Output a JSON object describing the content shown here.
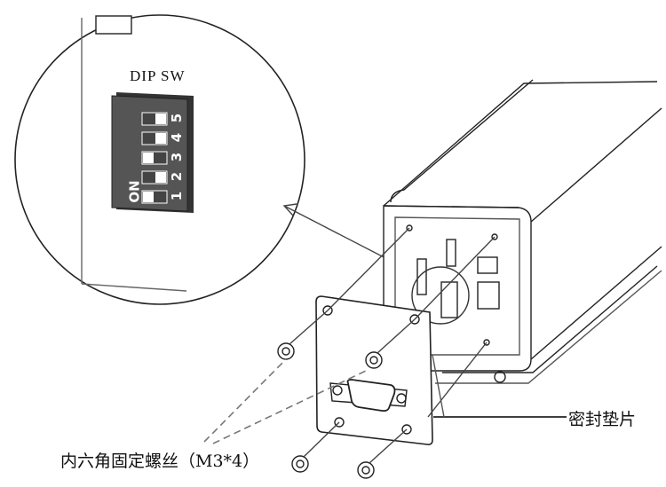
{
  "dip_switch": {
    "title": "DIP SW",
    "on_label": "ON",
    "switches": [
      {
        "number": "1",
        "state": "on"
      },
      {
        "number": "2",
        "state": "off"
      },
      {
        "number": "3",
        "state": "on"
      },
      {
        "number": "4",
        "state": "off"
      },
      {
        "number": "5",
        "state": "off"
      }
    ]
  },
  "callouts": {
    "screws": "内六角固定螺丝（M3*4）",
    "gasket": "密封垫片"
  }
}
